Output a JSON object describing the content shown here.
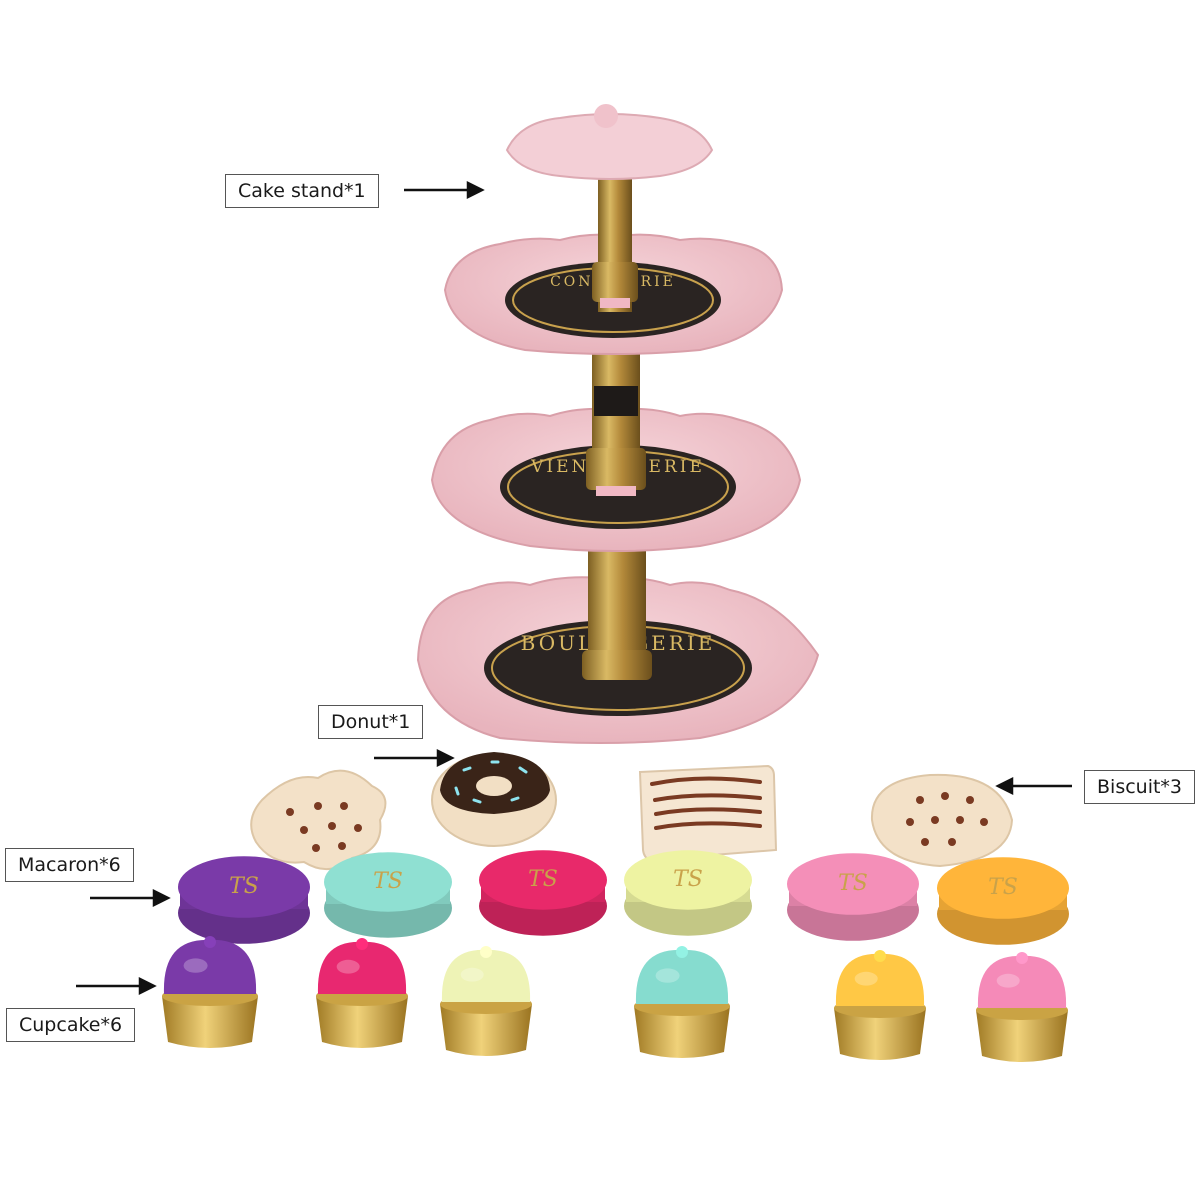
{
  "labels": {
    "cake_stand": "Cake stand*1",
    "donut": "Donut*1",
    "biscuit": "Biscuit*3",
    "macaron": "Macaron*6",
    "cupcake": "Cupcake*6"
  },
  "plate_texts": {
    "top": "CONFISERIE",
    "middle": "VIENNOISERIE",
    "bottom": "BOULANGERIE",
    "monogram": "TS"
  },
  "colors": {
    "plate_pink": "#f2c9cf",
    "plate_pink_dark": "#e4adb6",
    "gold": "#b08a3a",
    "gold_light": "#d7b766",
    "disc_dark": "#2a2422",
    "macarons": [
      "#7a3aa8",
      "#8fe0d2",
      "#e8296a",
      "#eef3a2",
      "#f48fb8",
      "#ffb53a"
    ],
    "cupcakes": [
      "#7a3aa8",
      "#e82870",
      "#eef3b6",
      "#86dccf",
      "#ffc845",
      "#f58ab8"
    ],
    "biscuit": "#f3e1c8"
  }
}
